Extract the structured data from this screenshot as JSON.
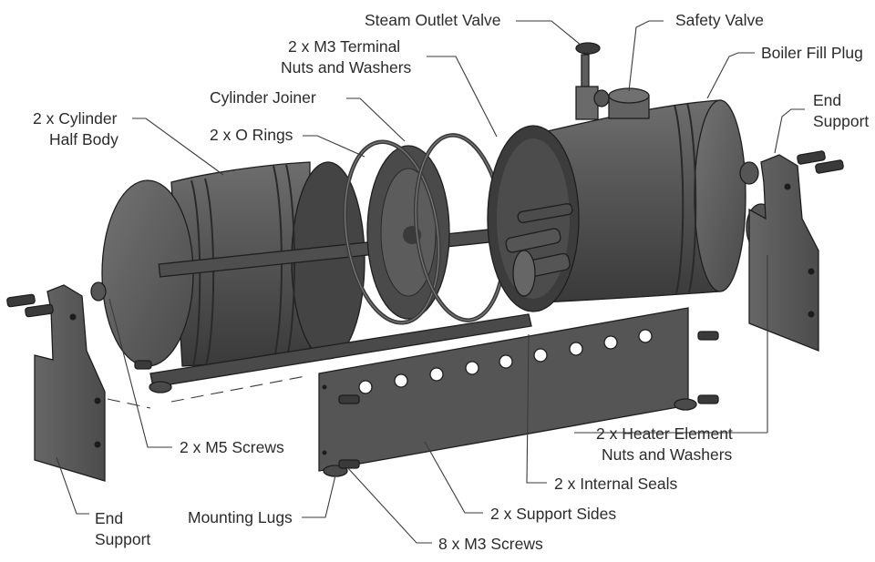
{
  "labels": {
    "steam_outlet_valve": "Steam Outlet Valve",
    "safety_valve": "Safety Valve",
    "terminal_nuts_line1": "2 x M3 Terminal",
    "terminal_nuts_line2": "Nuts and Washers",
    "boiler_fill_plug": "Boiler Fill Plug",
    "cylinder_joiner": "Cylinder Joiner",
    "cylinder_half_line1": "2 x Cylinder",
    "cylinder_half_line2": "Half Body",
    "o_rings": "2 x O Rings",
    "end_support_right_line1": "End",
    "end_support_right_line2": "Support",
    "m5_screws": "2 x M5 Screws",
    "end_support_left_line1": "End",
    "end_support_left_line2": "Support",
    "mounting_lugs": "Mounting Lugs",
    "heater_nuts_line1": "2 x Heater Element",
    "heater_nuts_line2": "Nuts and Washers",
    "internal_seals": "2 x Internal Seals",
    "support_sides": "2 x Support Sides",
    "m3_screws": "8 x M3 Screws"
  },
  "colors": {
    "part_body": "#5a5a5a",
    "part_dark": "#3e3e3e",
    "part_light": "#8a8a8a",
    "outline": "#1e1e1e",
    "label_text": "#2b2b2b",
    "background": "#ffffff"
  }
}
